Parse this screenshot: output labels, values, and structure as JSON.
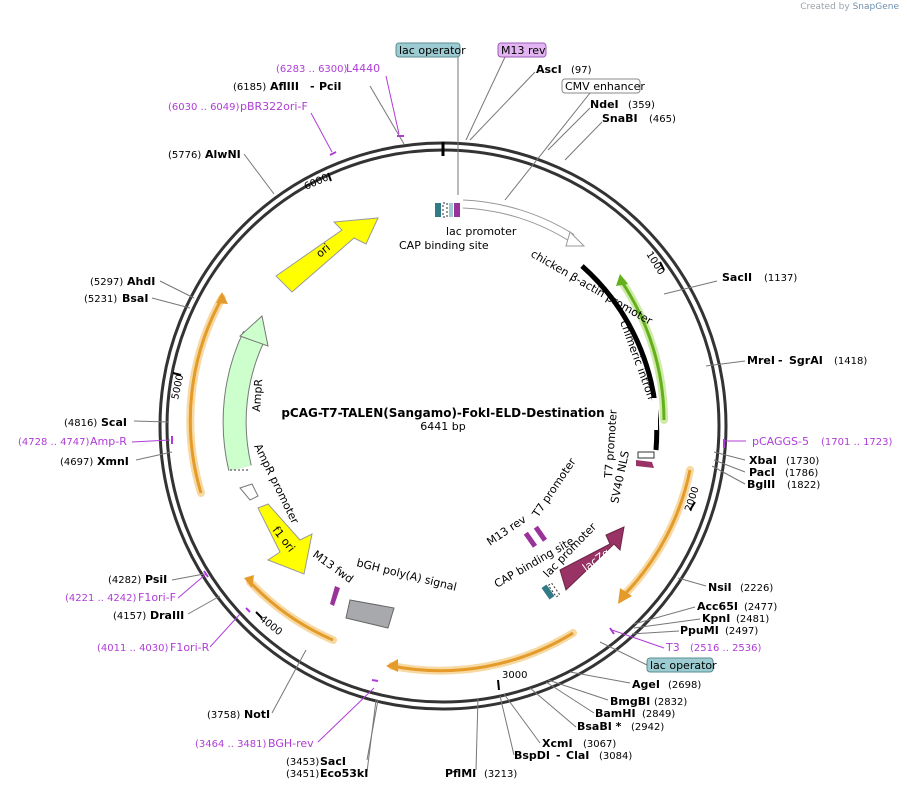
{
  "brand": {
    "prefix": "Created by",
    "name": "SnapGene"
  },
  "plasmid": {
    "name": "pCAG-T7-TALEN(Sangamo)-FokI-ELD-Destination",
    "length_label": "6441 bp",
    "length": 6441
  },
  "ticks": [
    "1000",
    "2000",
    "3000",
    "4000",
    "5000",
    "6000"
  ],
  "sites": [
    {
      "name": "AscI",
      "pos": "(97)"
    },
    {
      "name": "NdeI",
      "pos": "(359)"
    },
    {
      "name": "SnaBI",
      "pos": "(465)"
    },
    {
      "name": "SacII",
      "pos": "(1137)"
    },
    {
      "name": "MreI",
      "name2": "SgrAI",
      "pos": "(1418)"
    },
    {
      "name": "XbaI",
      "pos": "(1730)"
    },
    {
      "name": "PacI",
      "pos": "(1786)"
    },
    {
      "name": "BglII",
      "pos": "(1822)"
    },
    {
      "name": "NsiI",
      "pos": "(2226)"
    },
    {
      "name": "Acc65I",
      "pos": "(2477)"
    },
    {
      "name": "KpnI",
      "pos": "(2481)"
    },
    {
      "name": "PpuMI",
      "pos": "(2497)"
    },
    {
      "name": "AgeI",
      "pos": "(2698)"
    },
    {
      "name": "BmgBI",
      "pos": "(2832)"
    },
    {
      "name": "BamHI",
      "pos": "(2849)"
    },
    {
      "name": "BsaBI *",
      "pos": "(2942)"
    },
    {
      "name": "XcmI",
      "pos": "(3067)"
    },
    {
      "name": "BspDI",
      "name2": "ClaI",
      "pos": "(3084)"
    },
    {
      "name": "PflMI",
      "pos": "(3213)"
    },
    {
      "name": "SacI",
      "pos": "(3453)"
    },
    {
      "name": "Eco53kI",
      "pos": "(3451)"
    },
    {
      "name": "NotI",
      "pos": "(3758)"
    },
    {
      "name": "DraIII",
      "pos": "(4157)"
    },
    {
      "name": "PsiI",
      "pos": "(4282)"
    },
    {
      "name": "XmnI",
      "pos": "(4697)"
    },
    {
      "name": "ScaI",
      "pos": "(4816)"
    },
    {
      "name": "BsaI",
      "pos": "(5231)"
    },
    {
      "name": "AhdI",
      "pos": "(5297)"
    },
    {
      "name": "AlwNI",
      "pos": "(5776)"
    },
    {
      "name": "AflIII",
      "name2": "PciI",
      "pos": "(6185)"
    }
  ],
  "primers": [
    {
      "name": "L4440",
      "range": "(6283 .. 6300)"
    },
    {
      "name": "pBR322ori-F",
      "range": "(6030 .. 6049)"
    },
    {
      "name": "pCAGGS-5",
      "range": "(1701 .. 1723)"
    },
    {
      "name": "T3",
      "range": "(2516 .. 2536)"
    },
    {
      "name": "BGH-rev",
      "range": "(3464 .. 3481)"
    },
    {
      "name": "F1ori-R",
      "range": "(4011 .. 4030)"
    },
    {
      "name": "F1ori-F",
      "range": "(4221 .. 4242)"
    },
    {
      "name": "Amp-R",
      "range": "(4728 .. 4747)"
    }
  ],
  "boxed_labels": {
    "lac_operator_top": "lac operator",
    "m13_rev_top": "M13 rev",
    "cmv_enhancer": "CMV enhancer",
    "lac_operator_bottom": "lac operator"
  },
  "features": {
    "lac_promoter": "lac promoter",
    "cap_binding_site": "CAP binding site",
    "chicken_b_actin_promoter": "chicken β-actin promoter",
    "chimeric_intron": "chimeric intron",
    "t7_promoter": "T7 promoter",
    "sv40_nls": "SV40 NLS",
    "lacza": "lacZα",
    "t7_promoter_2": "T7 promoter",
    "m13_rev_2": "M13 rev",
    "lac_promoter_2": "lac promoter",
    "cap_binding_site_2": "CAP binding site",
    "m13_fwd": "M13 fwd",
    "bgh_polya": "bGH poly(A) signal",
    "f1_ori": "f1 ori",
    "ampr_promoter": "AmpR promoter",
    "ampr": "AmpR",
    "ori": "ori"
  },
  "colors": {
    "ori": "#ffff00",
    "f1_ori": "#ffff00",
    "ampr": "#ccffcc",
    "lacza": "#993366",
    "primer": "#b03cd8",
    "lac_operator_box": "#9ccbd1",
    "m13_box": "#e2b4f2",
    "orf_orange": "#e49b2a",
    "intron_green": "#63b01d",
    "bgh": "#a7a9ac"
  }
}
